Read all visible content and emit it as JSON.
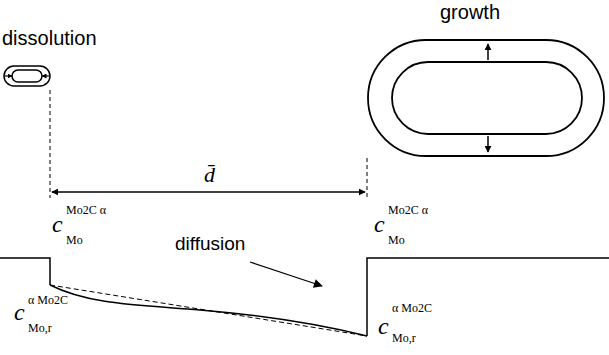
{
  "diagram": {
    "labels": [
      "growth",
      "dissolution",
      "d̄",
      "c",
      "Mo2C α",
      "Mo",
      "c",
      "α Mo2C",
      "Mo,r",
      "diffusion",
      "c",
      "Mo2C α",
      "Mo",
      "c",
      "α Mo2C",
      "Mo,r"
    ]
  }
}
